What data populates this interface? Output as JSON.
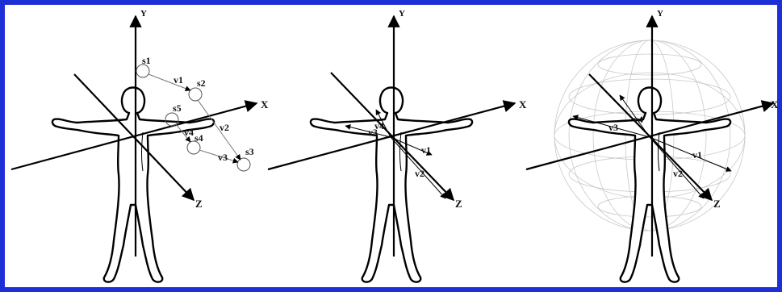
{
  "colors": {
    "border": "#1f2fd6",
    "ink": "#000000"
  },
  "axes": {
    "x": "X",
    "y": "Y",
    "z": "Z"
  },
  "panel1": {
    "sensors": [
      "s1",
      "s2",
      "s3",
      "s4",
      "s5"
    ],
    "vectors": [
      "v1",
      "v2",
      "v3",
      "v4"
    ]
  },
  "panel2": {
    "vectors": [
      "v1",
      "v2",
      "v3",
      "v4"
    ]
  },
  "panel3": {
    "vectors": [
      "v1",
      "v2",
      "v3",
      "v4"
    ]
  }
}
